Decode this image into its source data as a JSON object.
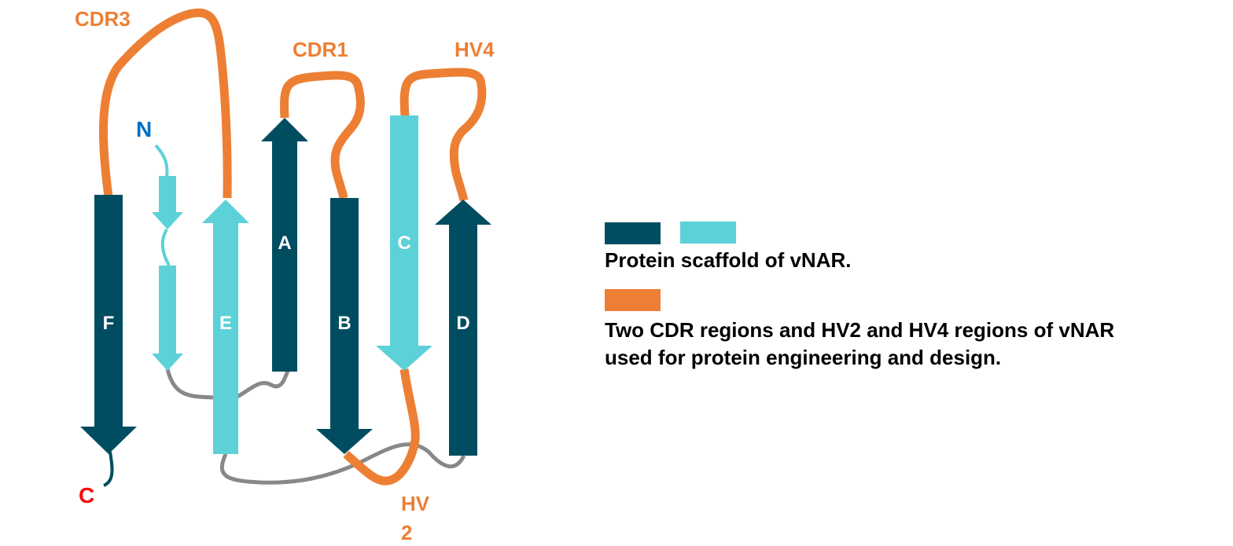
{
  "colors": {
    "dark_strand": "#004d61",
    "light_strand": "#5dd1d8",
    "variable_loop": "#ed7f34",
    "connector_loop": "#888888",
    "n_terminus": "#0070c0",
    "c_terminus": "#ff0000",
    "strand_label": "#ffffff"
  },
  "termini": {
    "n_label": "N",
    "c_label": "C"
  },
  "strands": [
    {
      "id": "F",
      "label": "F",
      "shade": "dark",
      "direction": "down"
    },
    {
      "id": "N-strand",
      "label": "",
      "shade": "light",
      "direction": "down"
    },
    {
      "id": "E",
      "label": "E",
      "shade": "light",
      "direction": "up"
    },
    {
      "id": "A",
      "label": "A",
      "shade": "dark",
      "direction": "up"
    },
    {
      "id": "B",
      "label": "B",
      "shade": "dark",
      "direction": "down"
    },
    {
      "id": "C",
      "label": "C",
      "shade": "light",
      "direction": "down"
    },
    {
      "id": "D",
      "label": "D",
      "shade": "dark",
      "direction": "up"
    }
  ],
  "loops": {
    "cdr3": "CDR3",
    "cdr1": "CDR1",
    "hv4": "HV4",
    "hv2_line1": "HV",
    "hv2_line2": "2"
  },
  "legend": {
    "scaffold_text": "Protein scaffold of vNAR.",
    "variable_text_line1": "Two CDR regions and HV2 and HV4 regions of vNAR",
    "variable_text_line2": "used for protein engineering and design."
  }
}
